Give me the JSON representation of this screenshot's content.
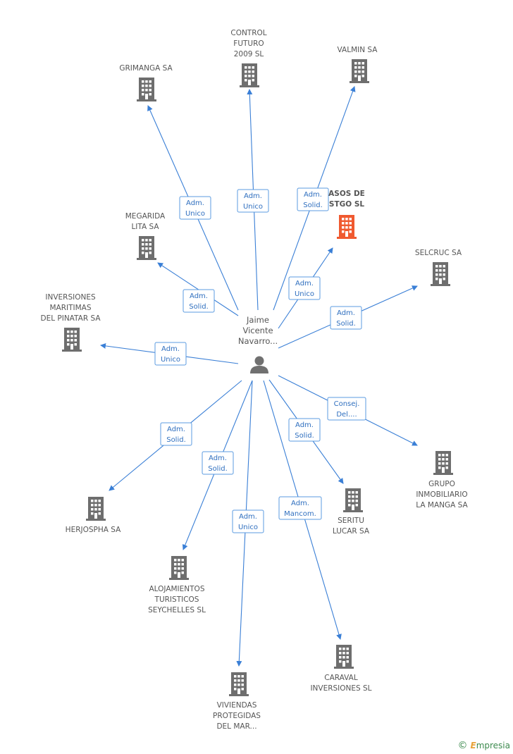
{
  "center": {
    "label_lines": [
      "Jaime",
      "Vicente",
      "Navarro..."
    ],
    "icon": "person-icon"
  },
  "colors": {
    "edge": "#3a7fd6",
    "building": "#6e6e6e",
    "highlight_building": "#f05a30",
    "person": "#707070"
  },
  "nodes": [
    {
      "id": "grimanga",
      "label_lines": [
        "GRIMANGA SA"
      ],
      "role": "Adm. Unico",
      "role_lines": [
        "Adm.",
        "Unico"
      ],
      "icon": "building-icon",
      "highlight": false
    },
    {
      "id": "control-futuro",
      "label_lines": [
        "CONTROL",
        "FUTURO",
        "2009 SL"
      ],
      "role_lines": [
        "Adm.",
        "Unico"
      ],
      "icon": "building-icon",
      "highlight": false
    },
    {
      "id": "valmin",
      "label_lines": [
        "VALMIN SA"
      ],
      "role_lines": [
        "Adm.",
        "Solid."
      ],
      "icon": "building-icon",
      "highlight": false
    },
    {
      "id": "asos-stgo",
      "label_lines": [
        "ASOS DE",
        "STGO SL"
      ],
      "role_lines": [
        "Adm.",
        "Unico"
      ],
      "icon": "building-icon",
      "highlight": true
    },
    {
      "id": "megarida",
      "label_lines": [
        "MEGARIDA",
        "LITA SA"
      ],
      "role_lines": [
        "Adm.",
        "Solid."
      ],
      "icon": "building-icon",
      "highlight": false
    },
    {
      "id": "selcruc",
      "label_lines": [
        "SELCRUC SA"
      ],
      "role_lines": [
        "Adm.",
        "Solid."
      ],
      "icon": "building-icon",
      "highlight": false
    },
    {
      "id": "inversiones-maritimas",
      "label_lines": [
        "INVERSIONES",
        "MARITIMAS",
        "DEL PINATAR SA"
      ],
      "role_lines": [
        "Adm.",
        "Unico"
      ],
      "icon": "building-icon",
      "highlight": false
    },
    {
      "id": "grupo-inmobiliario",
      "label_lines": [
        "GRUPO",
        "INMOBILIARIO",
        "LA MANGA SA"
      ],
      "role_lines": [
        "Consej.",
        "Del...."
      ],
      "icon": "building-icon",
      "highlight": false
    },
    {
      "id": "herjospha",
      "label_lines": [
        "HERJOSPHA SA"
      ],
      "role_lines": [
        "Adm.",
        "Solid."
      ],
      "icon": "building-icon",
      "highlight": false
    },
    {
      "id": "seritu-lucar",
      "label_lines": [
        "SERITU",
        "LUCAR SA"
      ],
      "role_lines": [
        "Adm.",
        "Solid."
      ],
      "icon": "building-icon",
      "highlight": false
    },
    {
      "id": "alojamientos",
      "label_lines": [
        "ALOJAMIENTOS",
        "TURISTICOS",
        "SEYCHELLES SL"
      ],
      "role_lines": [
        "Adm.",
        "Solid."
      ],
      "icon": "building-icon",
      "highlight": false
    },
    {
      "id": "caraval",
      "label_lines": [
        "CARAVAL",
        "INVERSIONES SL"
      ],
      "role_lines": [
        "Adm.",
        "Mancom."
      ],
      "icon": "building-icon",
      "highlight": false
    },
    {
      "id": "viviendas",
      "label_lines": [
        "VIVIENDAS",
        "PROTEGIDAS",
        "DEL MAR..."
      ],
      "role_lines": [
        "Adm.",
        "Unico"
      ],
      "icon": "building-icon",
      "highlight": false
    }
  ],
  "watermark": {
    "copyright": "©",
    "brand_initial": "E",
    "brand_rest": "mpresia"
  }
}
